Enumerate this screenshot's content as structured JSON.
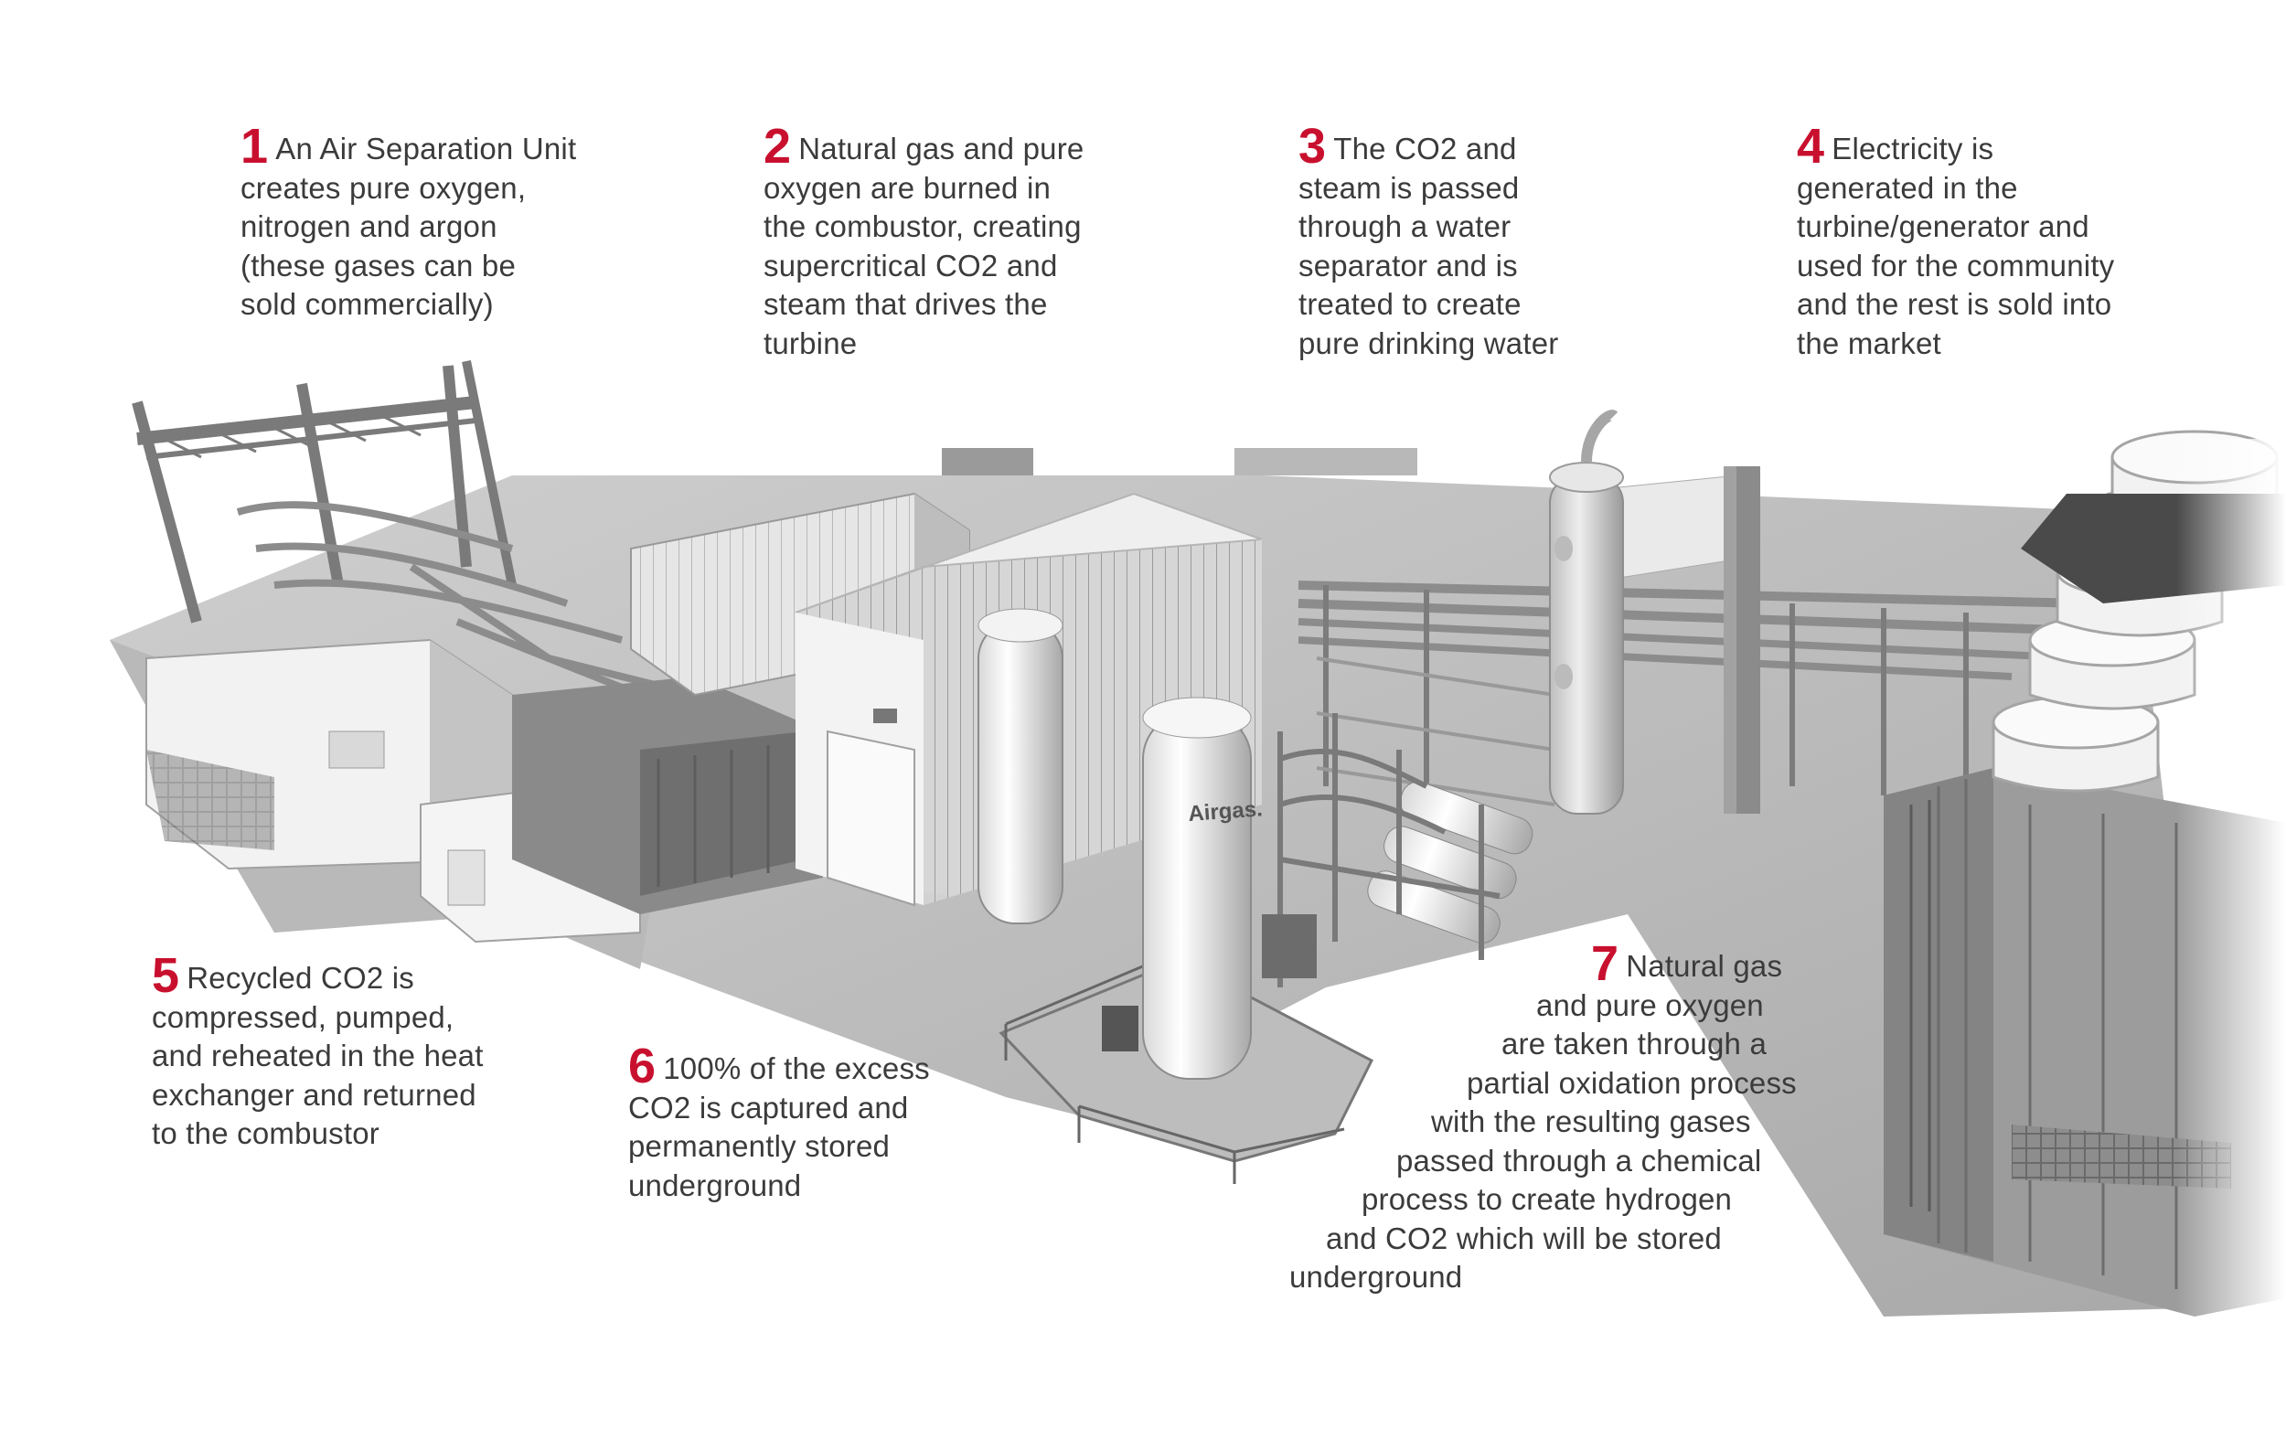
{
  "callouts": [
    {
      "number": "1",
      "lines": [
        "An Air Separation Unit",
        "creates pure oxygen,",
        "nitrogen and argon",
        "(these gases can be",
        "sold commercially)"
      ]
    },
    {
      "number": "2",
      "lines": [
        "Natural gas and pure",
        "oxygen are burned in",
        "the combustor, creating",
        "supercritical CO2 and",
        "steam that drives the",
        "turbine"
      ]
    },
    {
      "number": "3",
      "lines": [
        "The CO2 and",
        "steam is passed",
        "through a water",
        "separator and is",
        "treated to create",
        "pure drinking water"
      ]
    },
    {
      "number": "4",
      "lines": [
        "Electricity is",
        "generated in the",
        "turbine/generator and",
        "used for the community",
        "and the rest is sold into",
        "the market"
      ]
    },
    {
      "number": "5",
      "lines": [
        "Recycled CO2 is",
        "compressed, pumped,",
        "and reheated in the heat",
        "exchanger and returned",
        "to the combustor"
      ]
    },
    {
      "number": "6",
      "lines": [
        "100% of the excess",
        "CO2 is captured and",
        "permanently stored",
        "underground"
      ]
    },
    {
      "number": "7",
      "lines": [
        "Natural gas",
        "and pure oxygen",
        "are taken through a",
        "partial oxidation process",
        "with the resulting gases",
        "passed through a chemical",
        "process to create hydrogen",
        "and CO2 which will be stored",
        "underground"
      ]
    }
  ],
  "tank_label": "Airgas.",
  "colors": {
    "number_accent": "#c8102e",
    "body_text": "#3b3b3b"
  }
}
